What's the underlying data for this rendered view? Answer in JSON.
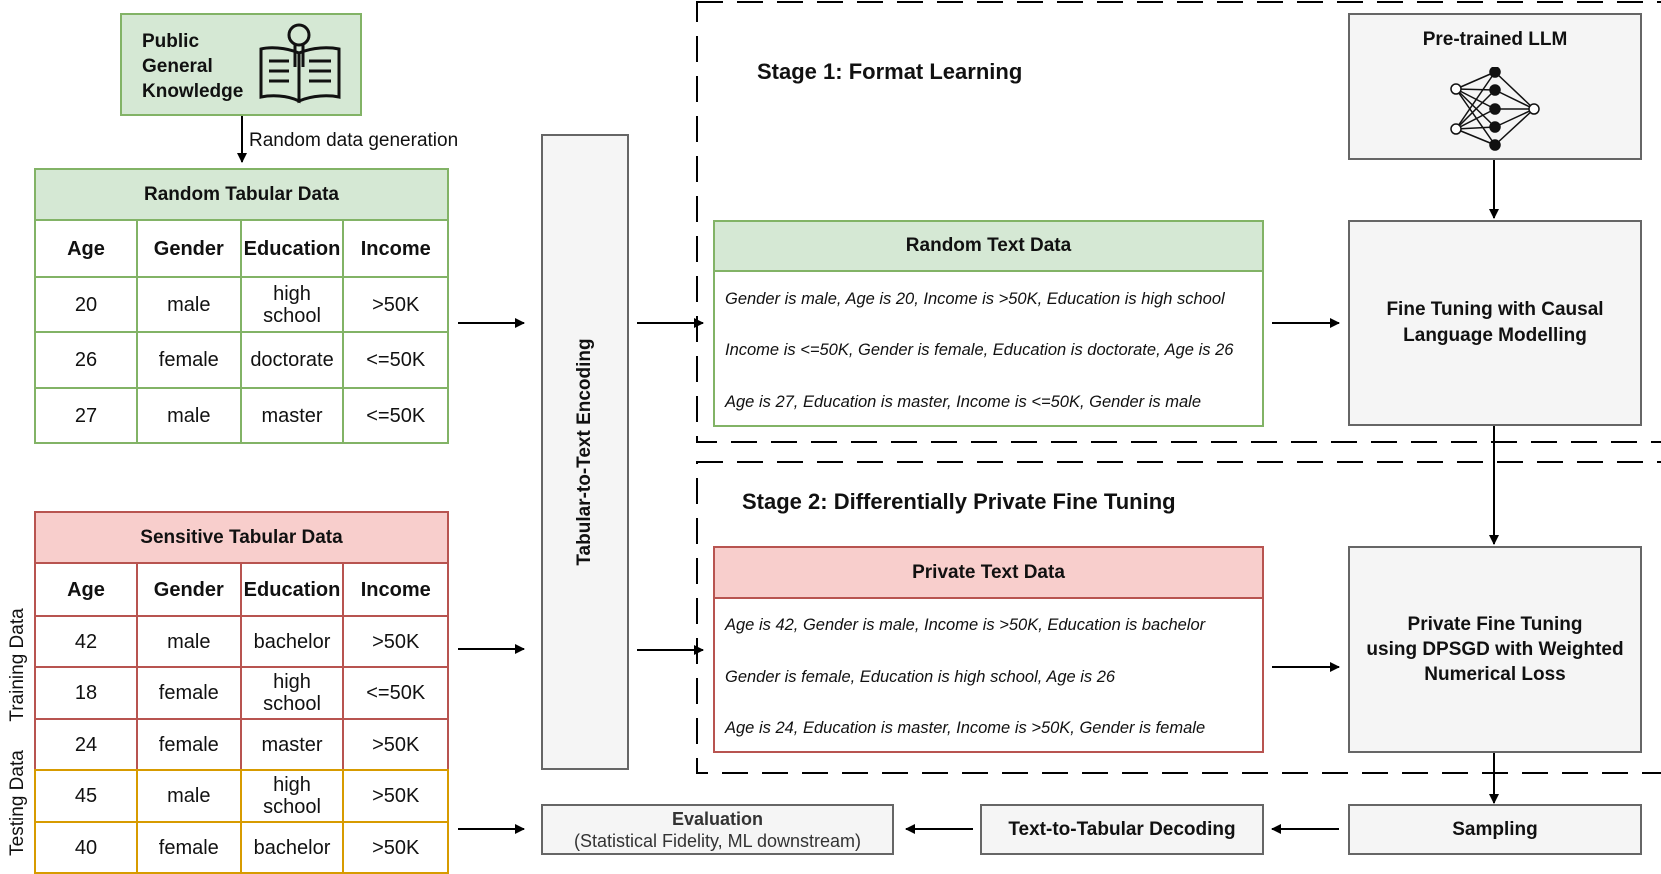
{
  "public_knowledge": {
    "label_lines": [
      "Public",
      "General",
      "Knowledge"
    ]
  },
  "random_gen_label": "Random data generation",
  "random_table": {
    "title": "Random Tabular Data",
    "headers": [
      "Age",
      "Gender",
      "Education",
      "Income"
    ],
    "rows": [
      [
        "20",
        "male",
        "high school",
        ">50K"
      ],
      [
        "26",
        "female",
        "doctorate",
        "<=50K"
      ],
      [
        "27",
        "male",
        "master",
        "<=50K"
      ]
    ]
  },
  "sensitive_table": {
    "title": "Sensitive Tabular Data",
    "headers": [
      "Age",
      "Gender",
      "Education",
      "Income"
    ],
    "rows": [
      [
        "42",
        "male",
        "bachelor",
        ">50K"
      ],
      [
        "18",
        "female",
        "high school",
        "<=50K"
      ],
      [
        "24",
        "female",
        "master",
        ">50K"
      ],
      [
        "45",
        "male",
        "high school",
        ">50K"
      ],
      [
        "40",
        "female",
        "bachelor",
        ">50K"
      ]
    ],
    "side_labels": {
      "training": "Training Data",
      "testing": "Testing Data"
    }
  },
  "encoding_label": "Tabular-to-Text Encoding",
  "stage1_title": "Stage 1: Format Learning",
  "stage2_title": "Stage 2: Differentially Private Fine Tuning",
  "random_text": {
    "title": "Random Text Data",
    "lines": [
      "Gender is male, Age is 20, Income is >50K, Education is high school",
      "Income is <=50K, Gender is female, Education is doctorate, Age is 26",
      "Age is 27, Education is master, Income is <=50K, Gender is male"
    ]
  },
  "private_text": {
    "title": "Private Text Data",
    "lines": [
      "Age is 42, Gender is male, Income is >50K, Education is bachelor",
      "Gender is female, Education is high school, Age is 26",
      "Age is 24, Education is master, Income is >50K, Gender is female"
    ]
  },
  "pretrained": {
    "title": "Pre-trained LLM"
  },
  "finetune_causal": {
    "lines": [
      "Fine Tuning with Causal",
      "Language Modelling"
    ]
  },
  "private_finetune": {
    "lines": [
      "Private Fine Tuning",
      "using DPSGD with Weighted",
      "Numerical Loss"
    ]
  },
  "sampling": "Sampling",
  "decoding": "Text-to-Tabular Decoding",
  "evaluation": {
    "title": "Evaluation",
    "subtitle": "(Statistical Fidelity, ML downstream)"
  },
  "colors": {
    "green_fill": "#d5e8d4",
    "green_border": "#82b366",
    "red_fill": "#f8cecc",
    "red_border": "#b85450",
    "orange_border": "#d79b00",
    "gray_fill": "#f5f5f5",
    "gray_border": "#666666"
  }
}
